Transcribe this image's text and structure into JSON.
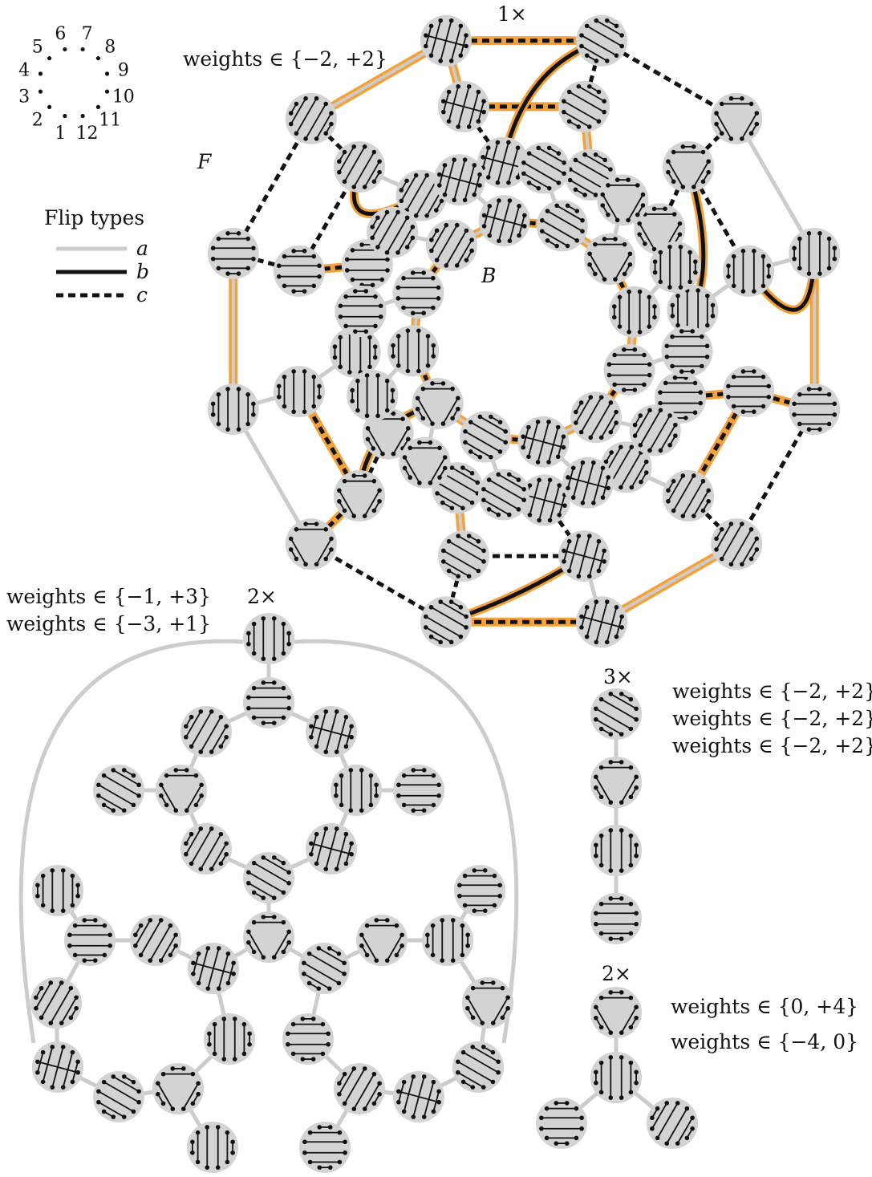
{
  "colors": {
    "node_fill": "#d3d3d3",
    "edge_a": "#cccccc",
    "edge_b": "#111111",
    "edge_c": "#111111",
    "highlight": "#f5a13a",
    "ink": "#111111"
  },
  "point_labels": [
    "1",
    "2",
    "3",
    "4",
    "5",
    "6",
    "7",
    "8",
    "9",
    "10",
    "11",
    "12"
  ],
  "legend": {
    "title": "Flip types",
    "items": [
      {
        "name": "a",
        "style": "solid-light"
      },
      {
        "name": "b",
        "style": "solid-thick"
      },
      {
        "name": "c",
        "style": "dashed"
      }
    ]
  },
  "graph1": {
    "multiplicity": "1×",
    "weights": [
      "weights ∈ {−2, +2}"
    ],
    "label_F": "F",
    "label_B": "B"
  },
  "graph2": {
    "multiplicity": "2×",
    "weights": [
      "weights ∈ {−1, +3}",
      "weights ∈ {−3, +1}"
    ]
  },
  "graph3": {
    "multiplicity": "3×",
    "weights": [
      "weights ∈ {−2, +2}",
      "weights ∈ {−2, +2}",
      "weights ∈ {−2, +2}"
    ]
  },
  "graph4": {
    "multiplicity": "2×",
    "weights": [
      "weights ∈ {0, +4}",
      "weights ∈ {−4, 0}"
    ]
  }
}
